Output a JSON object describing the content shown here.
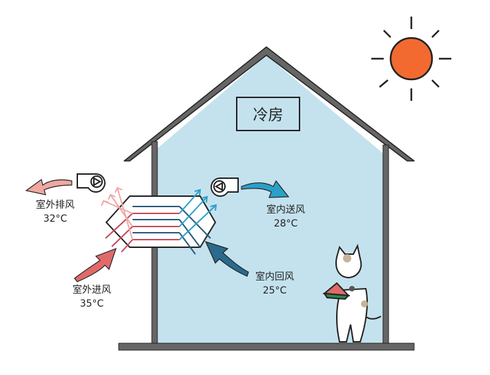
{
  "title": "冷房",
  "labels": {
    "outdoor_exhaust": {
      "name": "室外排风",
      "temp": "32°C"
    },
    "indoor_supply": {
      "name": "室内送风",
      "temp": "28°C"
    },
    "outdoor_intake": {
      "name": "室外进风",
      "temp": "35°C"
    },
    "indoor_return": {
      "name": "室内回风",
      "temp": "25°C"
    }
  },
  "colors": {
    "room": "#c4e2ee",
    "wall": "#666666",
    "sun": "#f26a30",
    "warm": "#e06a6a",
    "cool": "#2a6a8c",
    "supply": "#2aa0c8"
  }
}
